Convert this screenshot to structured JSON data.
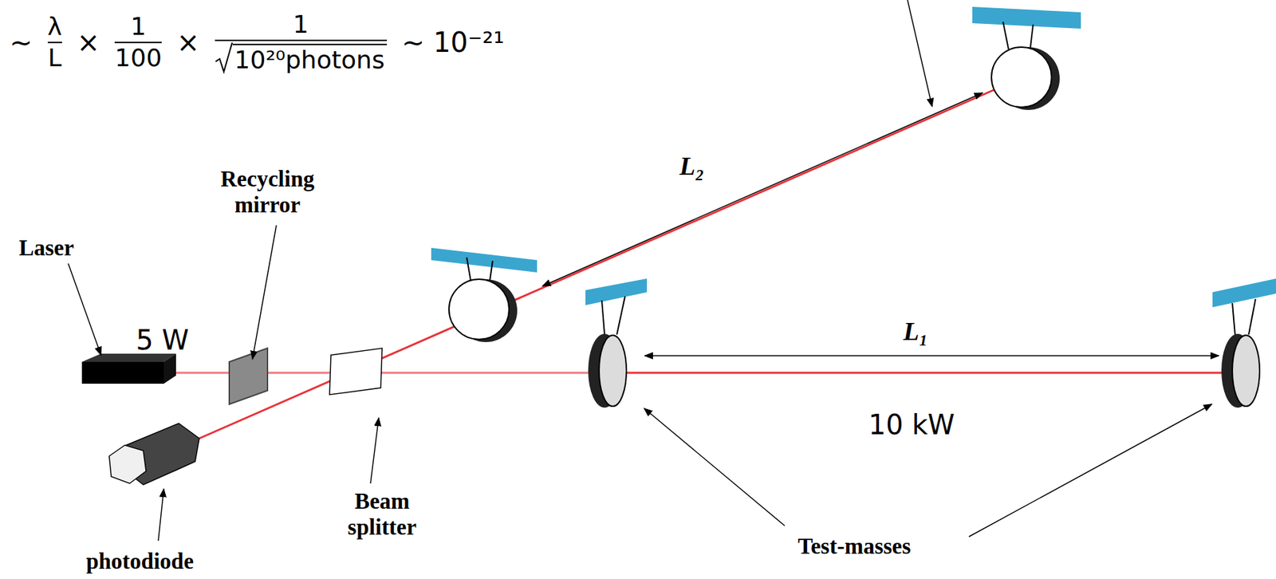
{
  "diagram": {
    "labels": [
      "∼",
      "λ",
      "L",
      "×",
      "1",
      "100",
      "×",
      "1",
      "10²⁰photons",
      "∼ 10⁻²¹",
      "Recycling mirror",
      "Laser",
      "5 W",
      "L₂",
      "L₁",
      "10 kW",
      "Beam splitter",
      "photodiode",
      "Test-masses"
    ]
  }
}
